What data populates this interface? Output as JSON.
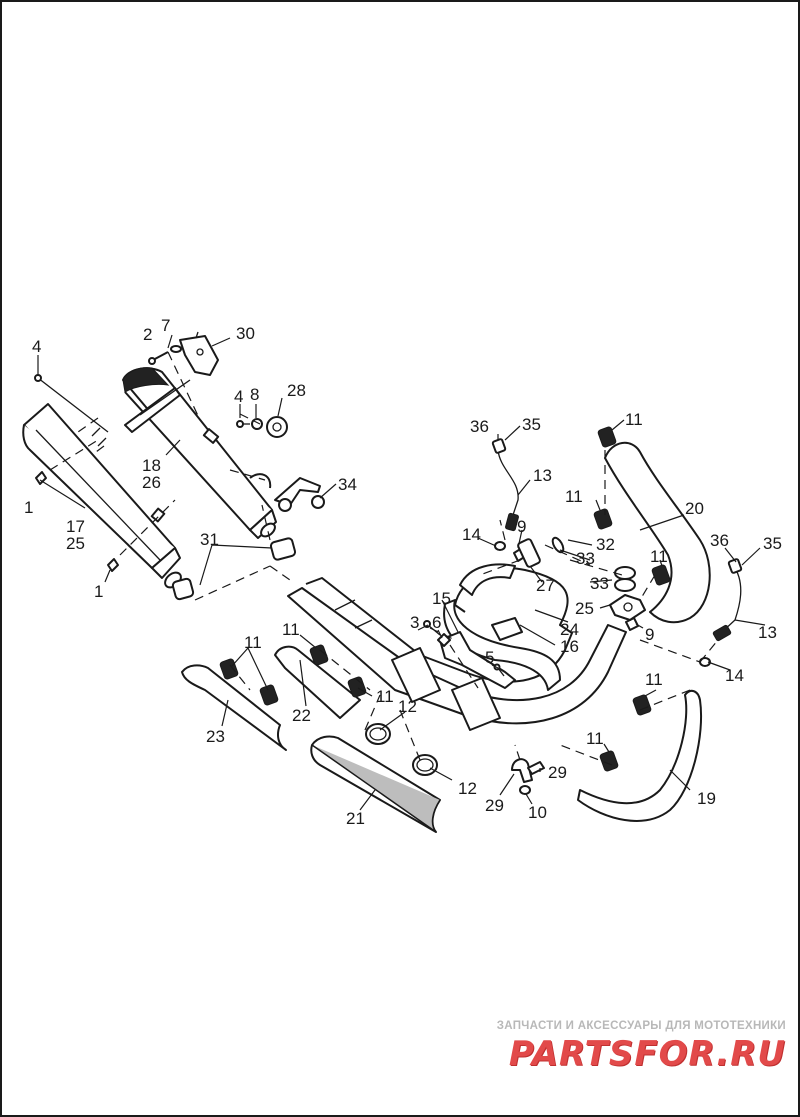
{
  "callouts": [
    {
      "label": "1"
    },
    {
      "label": "1"
    },
    {
      "label": "2"
    },
    {
      "label": "3"
    },
    {
      "label": "4"
    },
    {
      "label": "4"
    },
    {
      "label": "5"
    },
    {
      "label": "6"
    },
    {
      "label": "7"
    },
    {
      "label": "8"
    },
    {
      "label": "9"
    },
    {
      "label": "9"
    },
    {
      "label": "10"
    },
    {
      "label": "11"
    },
    {
      "label": "11"
    },
    {
      "label": "11"
    },
    {
      "label": "11"
    },
    {
      "label": "11"
    },
    {
      "label": "11"
    },
    {
      "label": "11"
    },
    {
      "label": "11"
    },
    {
      "label": "12"
    },
    {
      "label": "12"
    },
    {
      "label": "13"
    },
    {
      "label": "13"
    },
    {
      "label": "14"
    },
    {
      "label": "14"
    },
    {
      "label": "15"
    },
    {
      "label": "16"
    },
    {
      "label": "17"
    },
    {
      "label": "18"
    },
    {
      "label": "19"
    },
    {
      "label": "20"
    },
    {
      "label": "21"
    },
    {
      "label": "22"
    },
    {
      "label": "23"
    },
    {
      "label": "24"
    },
    {
      "label": "25"
    },
    {
      "label": "25"
    },
    {
      "label": "26"
    },
    {
      "label": "27"
    },
    {
      "label": "28"
    },
    {
      "label": "29"
    },
    {
      "label": "29"
    },
    {
      "label": "30"
    },
    {
      "label": "31"
    },
    {
      "label": "32"
    },
    {
      "label": "33"
    },
    {
      "label": "33"
    },
    {
      "label": "34"
    },
    {
      "label": "35"
    },
    {
      "label": "35"
    },
    {
      "label": "36"
    },
    {
      "label": "36"
    }
  ],
  "watermark": {
    "tagline": "ЗАПЧАСТИ И АКСЕССУАРЫ ДЛЯ МОТОТЕХНИКИ",
    "logo": "PARTSFOR.RU"
  }
}
